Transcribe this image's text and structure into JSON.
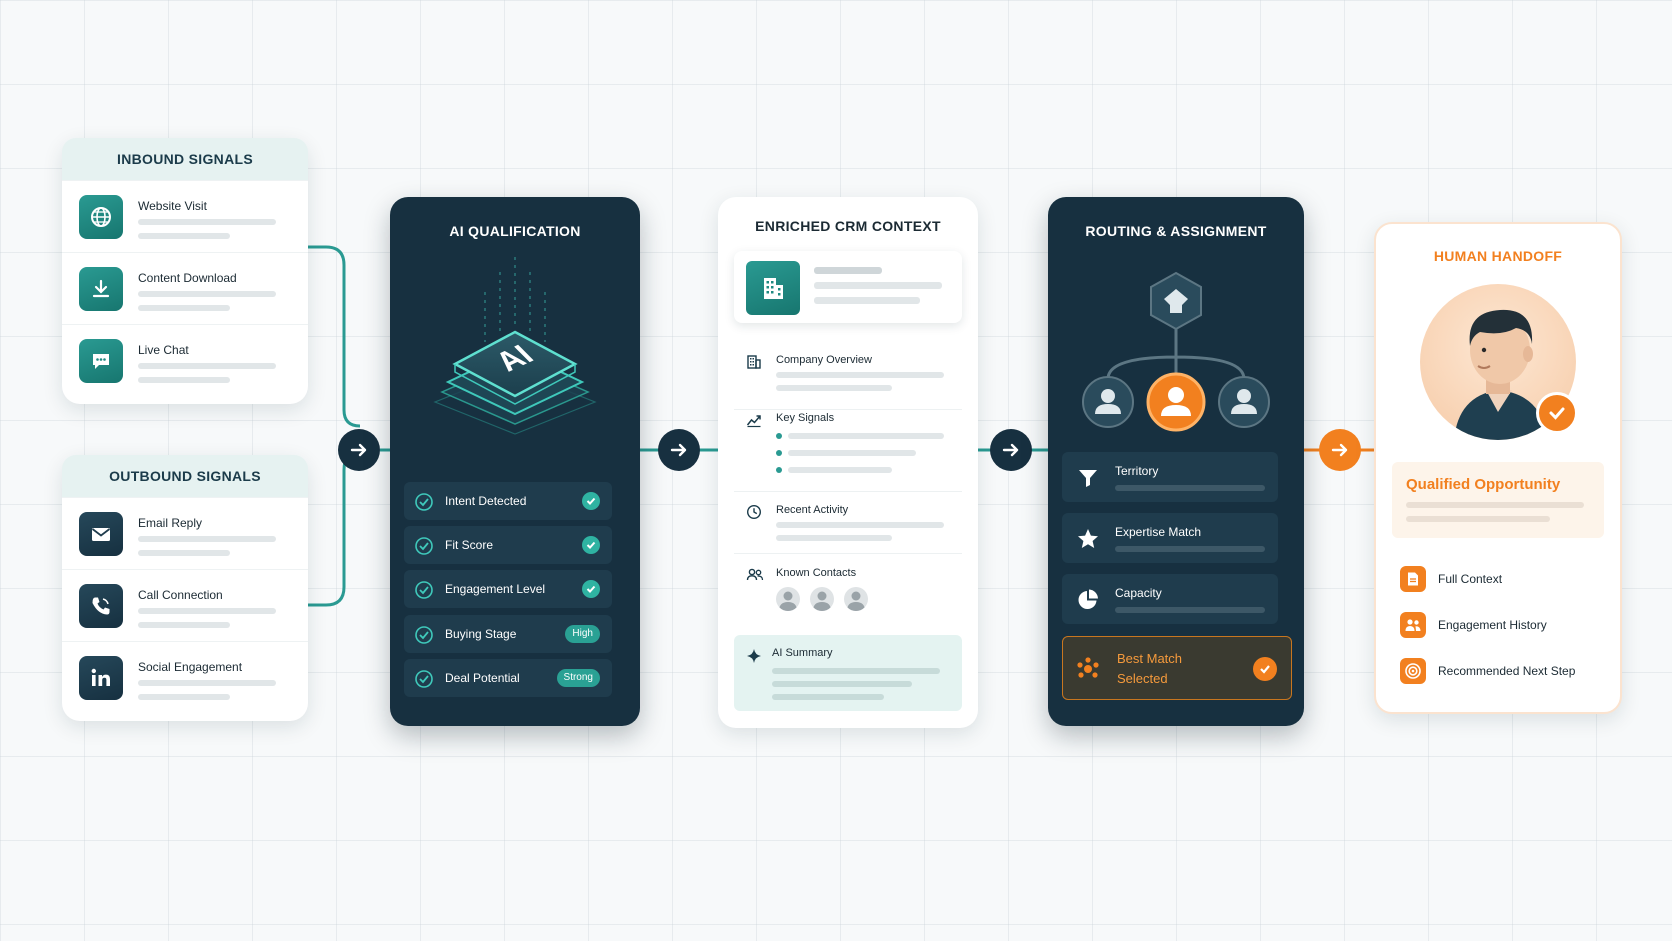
{
  "colors": {
    "teal": "#2a9a92",
    "navy": "#173040",
    "orange": "#f2801f",
    "background": "#f7f9fa"
  },
  "inbound": {
    "title": "INBOUND SIGNALS",
    "items": [
      {
        "label": "Website Visit",
        "icon": "globe-icon"
      },
      {
        "label": "Content Download",
        "icon": "download-icon"
      },
      {
        "label": "Live Chat",
        "icon": "chat-icon"
      }
    ]
  },
  "outbound": {
    "title": "OUTBOUND SIGNALS",
    "items": [
      {
        "label": "Email Reply",
        "icon": "envelope-icon"
      },
      {
        "label": "Call Connection",
        "icon": "phone-icon"
      },
      {
        "label": "Social Engagement",
        "icon": "linkedin-icon"
      }
    ]
  },
  "qualification": {
    "title": "AI QUALIFICATION",
    "chip_text": "AI",
    "criteria": [
      {
        "label": "Intent Detected",
        "status": "check"
      },
      {
        "label": "Fit Score",
        "status": "check"
      },
      {
        "label": "Engagement Level",
        "status": "check"
      },
      {
        "label": "Buying Stage",
        "badge": "High"
      },
      {
        "label": "Deal Potential",
        "badge": "Strong"
      }
    ]
  },
  "crm": {
    "title": "ENRICHED CRM CONTEXT",
    "sections": [
      {
        "label": "Company Overview",
        "icon": "building-icon"
      },
      {
        "label": "Key Signals",
        "icon": "trend-icon"
      },
      {
        "label": "Recent Activity",
        "icon": "clock-icon"
      },
      {
        "label": "Known Contacts",
        "icon": "contacts-icon"
      }
    ],
    "summary_label": "AI Summary"
  },
  "routing": {
    "title": "ROUTING & ASSIGNMENT",
    "rows": [
      {
        "label": "Territory",
        "icon": "funnel-icon"
      },
      {
        "label": "Expertise Match",
        "icon": "star-icon"
      },
      {
        "label": "Capacity",
        "icon": "pie-icon"
      }
    ],
    "best_match_line1": "Best Match",
    "best_match_line2": "Selected"
  },
  "handoff": {
    "title": "HUMAN HANDOFF",
    "opportunity": "Qualified Opportunity",
    "items": [
      {
        "label": "Full Context",
        "icon": "document-icon"
      },
      {
        "label": "Engagement History",
        "icon": "people-icon"
      },
      {
        "label": "Recommended Next Step",
        "icon": "target-icon"
      }
    ]
  }
}
